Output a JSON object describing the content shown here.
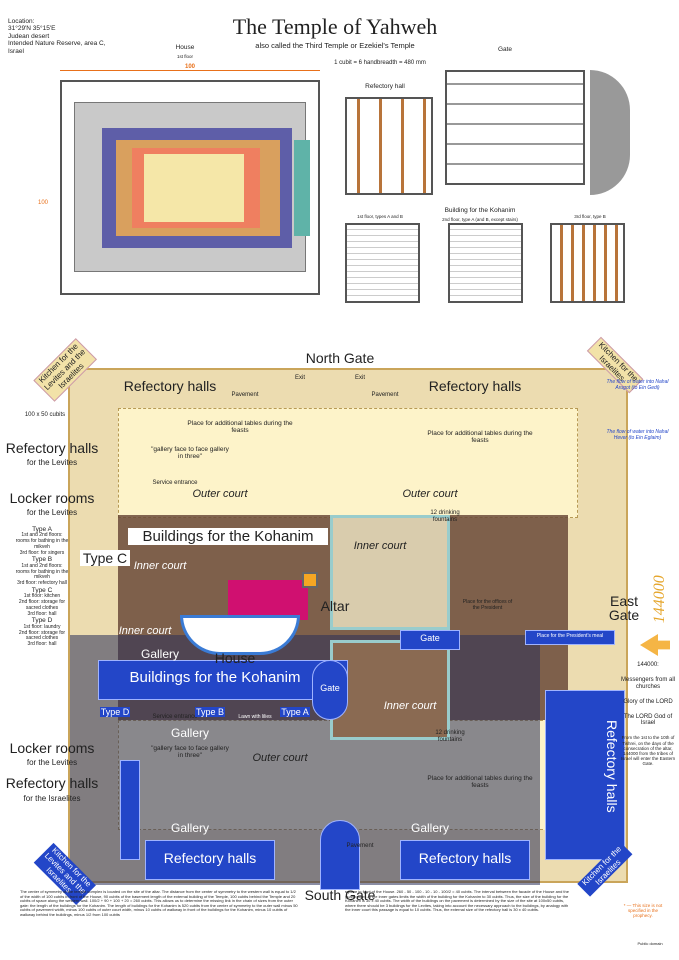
{
  "header": {
    "title": "The Temple of Yahweh",
    "subtitle": "also called the Third Temple or Ezekiel's Temple",
    "cubit": "1 cubit = 6 handbreadth = 480 mm"
  },
  "location": [
    "Location:",
    "31°29'N  35°15'E",
    "Judean desert",
    "Intended Nature Reserve, area C,",
    "Israel"
  ],
  "plans": {
    "house": "House",
    "house_floor": "1st floor",
    "house_dim": "100",
    "house_side": "100",
    "refectory": "Refectory hall",
    "gate": "Gate",
    "kohanim": "Building for the Kohanim",
    "kohanim_sub": "2nd floor, type A (and B, except stairs)",
    "kohanim_left": "1st floor, types A and B",
    "kohanim_right": "3rd floor, type B"
  },
  "gates": {
    "north": "North Gate",
    "south": "South Gate",
    "east": "East Gate",
    "gate": "Gate",
    "exit": "Exit"
  },
  "labels": {
    "kitchen_nw": "Kitchen for the Levites and the Israelites",
    "kitchen_ne": "Kitchen for the Israelites",
    "kitchen_sw": "Kitchen for the Levites and the Israelites",
    "kitchen_se": "Kitchen for the Israelites",
    "refectory": "Refectory halls",
    "refectory_levites": "Refectory halls",
    "for_levites": "for the Levites",
    "locker": "Locker rooms",
    "refectory_israelites": "Refectory halls",
    "for_israelites": "for the Israelites",
    "size": "100 x 50 cubits",
    "pavement": "Pavement",
    "outer_court": "Outer court",
    "inner_court": "Inner court",
    "place_tables": "Place for additional tables during the feasts",
    "gallery_face": "\"gallery face to face gallery in three\"",
    "service": "Service entrance",
    "buildings_kohanim": "Buildings for the Kohanim",
    "gallery": "Gallery",
    "altar": "Altar",
    "house": "House",
    "type_a": "Type A",
    "type_b": "Type B",
    "type_c": "Type C",
    "type_d": "Type D",
    "fountains": "12 drinking fountains",
    "lawn": "Lawn with lilies",
    "president": "Place for the offices of the President",
    "president_meal": "Place for the President's meal",
    "water1": "The flow of water into Nahal Arugot (to Ein Gedi)",
    "water2": "The flow of water into Nahal Hever (to Ein Eglaim)",
    "n144": "144000"
  },
  "types_legend": [
    "Type A",
    "1st and 2nd floors: rooms for bathing in the mikveh",
    "3rd floor: for singers",
    "Type B",
    "1st and 2nd floors: rooms for bathing in the mikveh",
    "3rd floor: refectory hall",
    "Type C",
    "1st floor: kitchen",
    "2nd floor: storage for sacred clothes",
    "3rd floor: hall",
    "Type D",
    "1st floor: laundry",
    "2nd floor: storage for sacred clothes",
    "3rd floor: hall"
  ],
  "right_notes": [
    "144000:",
    "Messengers from all churches",
    "Glory of the LORD",
    "The LORD God of Israel",
    "From the 1st to the 10th of Tishrei, on the days of the consecration of the altar, 144000 from the tribes of Israel will enter the Eastern Gate."
  ],
  "notes_left": "The center of symmetry of the temple complex is located on the site of the altar. The distance from the center of symmetry to the western wall is equal to 1/2 of the width of 100 cubits in front of the House, 90 cubits of the basement length of the external building of the Temple, 100 cubits behind the Temple and 20 cubits of space along the western wall. 100/2 + 90 + 100 + 20 = 260 cubits. This allows us to determine the missing link in the chain of sizes from the outer gate: the length of the buildings for the Kohanim. The length of buildings for the Kohanim is 520 cubits from the center of symmetry to the outer wall minus 50 cubits of pavement width, minus 100 cubits of outer court width, minus 10 cubits of walkway in front of the buildings for the Kohanim, minus 10 cubits of walkway behind the buildings, minus 1/2 from 100 cubits",
  "notes_right": "square in front of the House. 260 - 50 - 100 - 10 - 10 - 100/2 = 40 cubits. The interval between the facade of the House and the guardrooms at the inner gates limits the width of the building for the Kohanim to 30 cubits. Thus, the size of the building for the Kohanim is 30 x 40 cubits. The width of the buildings on the pavement is determined by the size of the site at 100x50 cubits, where there should be 3 buildings for the Levites, taking into account the necessary approach to the buildings, by analogy with the inner court this passage is equal to 10 cubits. Thus, the external size of the refectory hall is 30 x 40 cubits.",
  "footnote": "* — This size is not specified in the prophecy.",
  "credit": "Public domain",
  "colors": {
    "blue": "#2346c8",
    "sand": "#ecdcb0",
    "brown": "#6b4a3a",
    "orange": "#e8701a"
  }
}
